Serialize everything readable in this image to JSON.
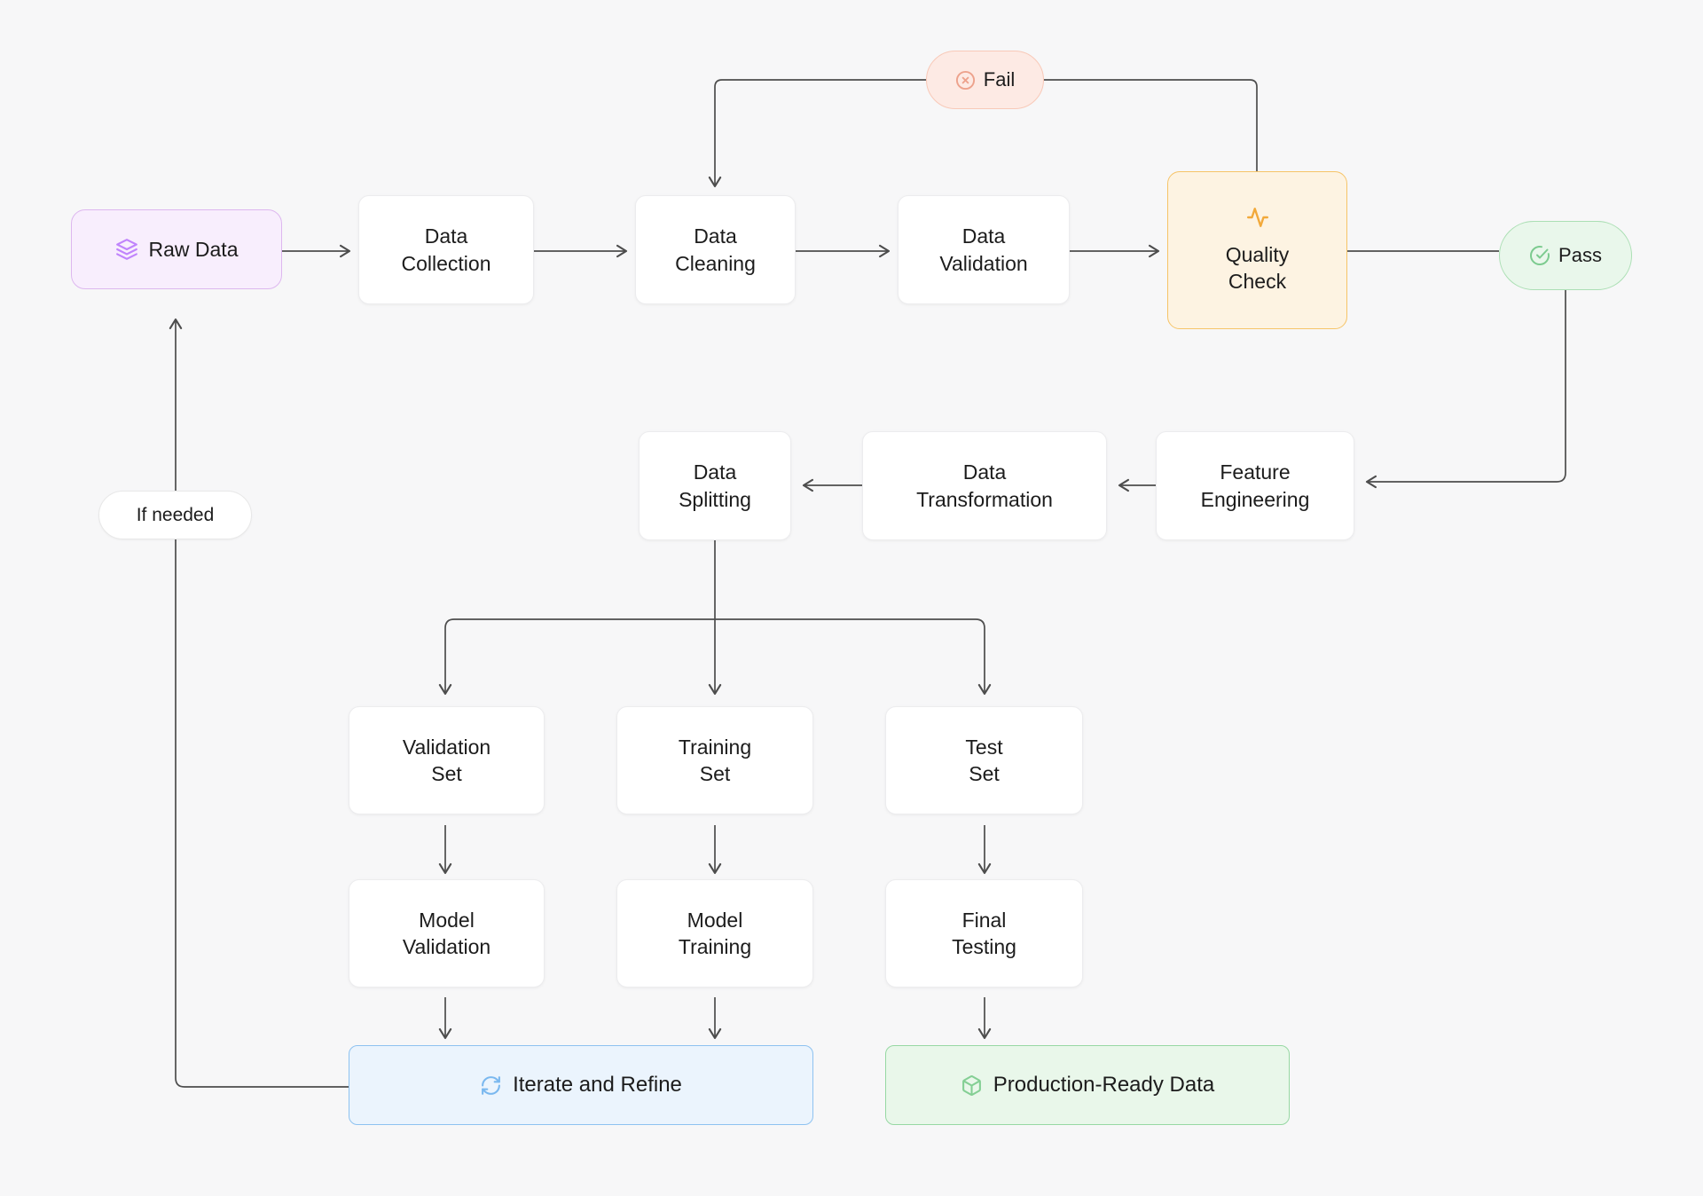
{
  "diagram": {
    "palette": {
      "background": "#f7f7f8",
      "connector": "#4d4d4d",
      "raw_data_accent": "#c084fc",
      "quality_accent": "#f2a93b",
      "fail_accent": "#eda28c",
      "pass_accent": "#7ccb8f",
      "iterate_accent": "#7ab8ef",
      "production_accent": "#84cf94"
    },
    "nodes": {
      "raw_data": {
        "label": "Raw Data",
        "icon": "layers-icon"
      },
      "data_collection": {
        "label": "Data\nCollection"
      },
      "data_cleaning": {
        "label": "Data\nCleaning"
      },
      "data_validation": {
        "label": "Data\nValidation"
      },
      "quality_check": {
        "label": "Quality\nCheck",
        "icon": "activity-icon"
      },
      "data_splitting": {
        "label": "Data\nSplitting"
      },
      "data_transformation": {
        "label": "Data\nTransformation"
      },
      "feature_engineering": {
        "label": "Feature\nEngineering"
      },
      "validation_set": {
        "label": "Validation\nSet"
      },
      "training_set": {
        "label": "Training\nSet"
      },
      "test_set": {
        "label": "Test\nSet"
      },
      "model_validation": {
        "label": "Model\nValidation"
      },
      "model_training": {
        "label": "Model\nTraining"
      },
      "final_testing": {
        "label": "Final\nTesting"
      },
      "iterate_refine": {
        "label": "Iterate and Refine",
        "icon": "refresh-icon"
      },
      "production_ready": {
        "label": "Production-Ready Data",
        "icon": "package-icon"
      }
    },
    "badges": {
      "fail": {
        "label": "Fail",
        "icon": "circle-x-icon"
      },
      "pass": {
        "label": "Pass",
        "icon": "circle-check-icon"
      },
      "if_needed": {
        "label": "If needed"
      }
    }
  }
}
